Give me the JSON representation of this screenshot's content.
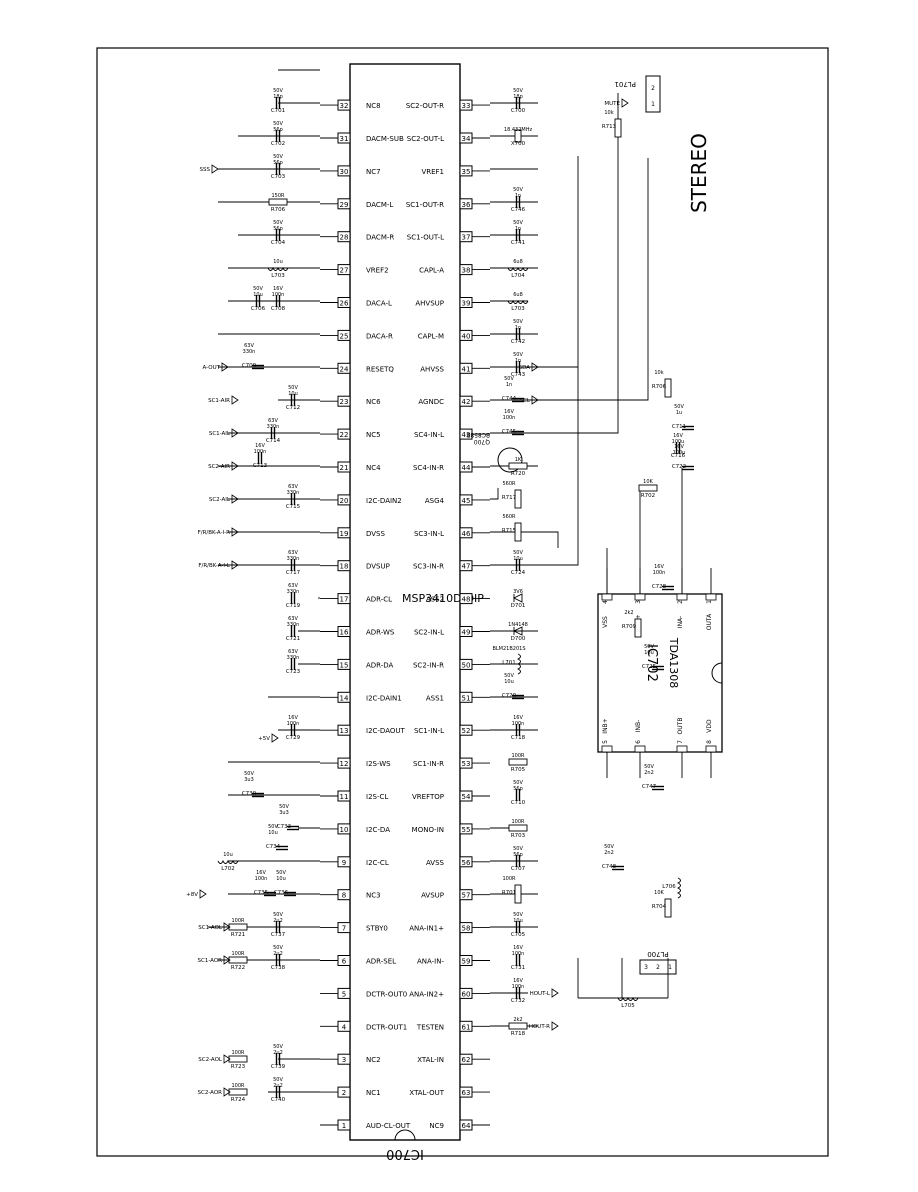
{
  "title": "STEREO",
  "ic700": {
    "ref": "IC700",
    "part": "MSP3410D-DIP",
    "left_pins": [
      {
        "num": "1",
        "name": "AUD-CL-OUT"
      },
      {
        "num": "2",
        "name": "NC1"
      },
      {
        "num": "3",
        "name": "NC2"
      },
      {
        "num": "4",
        "name": "DCTR-OUT1"
      },
      {
        "num": "5",
        "name": "DCTR-OUT0"
      },
      {
        "num": "6",
        "name": "ADR-SEL"
      },
      {
        "num": "7",
        "name": "STBY0"
      },
      {
        "num": "8",
        "name": "NC3"
      },
      {
        "num": "9",
        "name": "I2C-CL"
      },
      {
        "num": "10",
        "name": "I2C-DA"
      },
      {
        "num": "11",
        "name": "I2S-CL"
      },
      {
        "num": "12",
        "name": "I2S-WS"
      },
      {
        "num": "13",
        "name": "I2C-DAOUT"
      },
      {
        "num": "14",
        "name": "I2C-DAIN1"
      },
      {
        "num": "15",
        "name": "ADR-DA"
      },
      {
        "num": "16",
        "name": "ADR-WS"
      },
      {
        "num": "17",
        "name": "ADR-CL"
      },
      {
        "num": "18",
        "name": "DVSUP"
      },
      {
        "num": "19",
        "name": "DVSS"
      },
      {
        "num": "20",
        "name": "I2C-DAIN2"
      },
      {
        "num": "21",
        "name": "NC4"
      },
      {
        "num": "22",
        "name": "NC5"
      },
      {
        "num": "23",
        "name": "NC6"
      },
      {
        "num": "24",
        "name": "RESETQ"
      },
      {
        "num": "25",
        "name": "DACA-R"
      },
      {
        "num": "26",
        "name": "DACA-L"
      },
      {
        "num": "27",
        "name": "VREF2"
      },
      {
        "num": "28",
        "name": "DACM-R"
      },
      {
        "num": "29",
        "name": "DACM-L"
      },
      {
        "num": "30",
        "name": "NC7"
      },
      {
        "num": "31",
        "name": "DACM-SUB"
      },
      {
        "num": "32",
        "name": "NC8"
      }
    ],
    "right_pins": [
      {
        "num": "64",
        "name": "NC9"
      },
      {
        "num": "63",
        "name": "XTAL-OUT"
      },
      {
        "num": "62",
        "name": "XTAL-IN"
      },
      {
        "num": "61",
        "name": "TESTEN"
      },
      {
        "num": "60",
        "name": "ANA-IN2+"
      },
      {
        "num": "59",
        "name": "ANA-IN-"
      },
      {
        "num": "58",
        "name": "ANA-IN1+"
      },
      {
        "num": "57",
        "name": "AVSUP"
      },
      {
        "num": "56",
        "name": "AVSS"
      },
      {
        "num": "55",
        "name": "MONO-IN"
      },
      {
        "num": "54",
        "name": "VREFTOP"
      },
      {
        "num": "53",
        "name": "SC1-IN-R"
      },
      {
        "num": "52",
        "name": "SC1-IN-L"
      },
      {
        "num": "51",
        "name": "ASS1"
      },
      {
        "num": "50",
        "name": "SC2-IN-R"
      },
      {
        "num": "49",
        "name": "SC2-IN-L"
      },
      {
        "num": "48",
        "name": "ASS2"
      },
      {
        "num": "47",
        "name": "SC3-IN-R"
      },
      {
        "num": "46",
        "name": "SC3-IN-L"
      },
      {
        "num": "45",
        "name": "ASG4"
      },
      {
        "num": "44",
        "name": "SC4-IN-R"
      },
      {
        "num": "43",
        "name": "SC4-IN-L"
      },
      {
        "num": "42",
        "name": "AGNDC"
      },
      {
        "num": "41",
        "name": "AHVSS"
      },
      {
        "num": "40",
        "name": "CAPL-M"
      },
      {
        "num": "39",
        "name": "AHVSUP"
      },
      {
        "num": "38",
        "name": "CAPL-A"
      },
      {
        "num": "37",
        "name": "SC1-OUT-L"
      },
      {
        "num": "36",
        "name": "SC1-OUT-R"
      },
      {
        "num": "35",
        "name": "VREF1"
      },
      {
        "num": "34",
        "name": "SC2-OUT-L"
      },
      {
        "num": "33",
        "name": "SC2-OUT-R"
      }
    ]
  },
  "ic702": {
    "ref": "IC702",
    "part": "TDA1308",
    "pins": [
      {
        "num": "1",
        "name": "OUTA"
      },
      {
        "num": "2",
        "name": "INA-"
      },
      {
        "num": "3",
        "name": "INA+"
      },
      {
        "num": "4",
        "name": "VSS"
      },
      {
        "num": "5",
        "name": "INB+"
      },
      {
        "num": "6",
        "name": "INB-"
      },
      {
        "num": "7",
        "name": "OUTB"
      },
      {
        "num": "8",
        "name": "VDD"
      }
    ]
  },
  "connectors": {
    "pl700": {
      "ref": "PL700",
      "pins": [
        "1",
        "2",
        "3"
      ]
    },
    "pl701": {
      "ref": "PL701",
      "pins": [
        "1",
        "2"
      ]
    }
  },
  "transistor": {
    "ref": "Q700",
    "part": "BC858B"
  },
  "net_labels": [
    "SC2-AOR",
    "SC2-AOL",
    "SC1-AOR",
    "SC1-AOL",
    "+8V",
    "F/R/BK-A-I-L",
    "F/R/BK-A-I-R",
    "SC2-AIL",
    "SC2-AIR",
    "SC1-AIL",
    "SC1-AIR",
    "A-OUT",
    "SSS",
    "SDA",
    "SCL",
    "+5V",
    "HOUT-L",
    "HOUT-R",
    "MUTE"
  ],
  "components": [
    {
      "ref": "C740",
      "value": "2u2",
      "rating": "50V"
    },
    {
      "ref": "R724",
      "value": "100R"
    },
    {
      "ref": "C739",
      "value": "2u2",
      "rating": "50V"
    },
    {
      "ref": "R723",
      "value": "100R"
    },
    {
      "ref": "C738",
      "value": "2u2",
      "rating": "50V"
    },
    {
      "ref": "R722",
      "value": "100R"
    },
    {
      "ref": "C737",
      "value": "2u2",
      "rating": "50V"
    },
    {
      "ref": "R721",
      "value": "100R"
    },
    {
      "ref": "C736",
      "value": "10u",
      "rating": "50V"
    },
    {
      "ref": "C735",
      "value": "100n",
      "rating": "16V"
    },
    {
      "ref": "L702",
      "value": "10u"
    },
    {
      "ref": "C734",
      "value": "10u",
      "rating": "50V"
    },
    {
      "ref": "C733",
      "value": "3u3",
      "rating": "50V"
    },
    {
      "ref": "C730",
      "value": "3u3",
      "rating": "50V"
    },
    {
      "ref": "C729",
      "value": "100n",
      "rating": "16V"
    },
    {
      "ref": "C723",
      "value": "330n",
      "rating": "63V"
    },
    {
      "ref": "C721",
      "value": "330n",
      "rating": "63V"
    },
    {
      "ref": "C719",
      "value": "330n",
      "rating": "63V"
    },
    {
      "ref": "C717",
      "value": "330n",
      "rating": "63V"
    },
    {
      "ref": "C715",
      "value": "330n",
      "rating": "63V"
    },
    {
      "ref": "C714",
      "value": "330n",
      "rating": "63V"
    },
    {
      "ref": "C713",
      "value": "100n",
      "rating": "16V"
    },
    {
      "ref": "C712",
      "value": "10u",
      "rating": "50V"
    },
    {
      "ref": "C709",
      "value": "330n",
      "rating": "63V"
    },
    {
      "ref": "C708",
      "value": "100n",
      "rating": "16V"
    },
    {
      "ref": "C706",
      "value": "10u",
      "rating": "50V"
    },
    {
      "ref": "L703",
      "value": "10u"
    },
    {
      "ref": "C704",
      "value": "56p",
      "rating": "50V"
    },
    {
      "ref": "R706",
      "value": "150R"
    },
    {
      "ref": "C703",
      "value": "56p",
      "rating": "50V"
    },
    {
      "ref": "C702",
      "value": "56p",
      "rating": "50V"
    },
    {
      "ref": "C701",
      "value": "18p",
      "rating": "50V"
    },
    {
      "ref": "C700",
      "value": "18p",
      "rating": "50V"
    },
    {
      "ref": "X700",
      "value": "18.432MHz"
    },
    {
      "ref": "C746",
      "value": "1n",
      "rating": "50V"
    },
    {
      "ref": "C741",
      "value": "1n",
      "rating": "50V"
    },
    {
      "ref": "L704",
      "value": "6u8"
    },
    {
      "ref": "L703",
      "value": "6u8"
    },
    {
      "ref": "C742",
      "value": "1n",
      "rating": "50V"
    },
    {
      "ref": "C743",
      "value": "1n",
      "rating": "50V"
    },
    {
      "ref": "C744",
      "value": "1n",
      "rating": "50V"
    },
    {
      "ref": "C745",
      "value": "100n",
      "rating": "16V"
    },
    {
      "ref": "R720",
      "value": "1K"
    },
    {
      "ref": "R717",
      "value": "560R"
    },
    {
      "ref": "R715",
      "value": "560R"
    },
    {
      "ref": "C724",
      "value": "10u",
      "rating": "50V"
    },
    {
      "ref": "D701",
      "value": "3V6"
    },
    {
      "ref": "D700",
      "value": "1N4148"
    },
    {
      "ref": "L701",
      "value": "BLM21B201S"
    },
    {
      "ref": "C720",
      "value": "10u",
      "rating": "50V"
    },
    {
      "ref": "C718",
      "value": "100n",
      "rating": "16V"
    },
    {
      "ref": "R705",
      "value": "100R"
    },
    {
      "ref": "C710",
      "value": "56p",
      "rating": "50V"
    },
    {
      "ref": "R703",
      "value": "100R"
    },
    {
      "ref": "C707",
      "value": "56p",
      "rating": "50V"
    },
    {
      "ref": "R701",
      "value": "100R"
    },
    {
      "ref": "C705",
      "value": "10u",
      "rating": "50V"
    },
    {
      "ref": "C731",
      "value": "100n",
      "rating": "16V"
    },
    {
      "ref": "C732",
      "value": "100n",
      "rating": "16V"
    },
    {
      "ref": "R718",
      "value": "2k2"
    },
    {
      "ref": "R713",
      "value": "10k"
    },
    {
      "ref": "R709",
      "value": "2k2"
    },
    {
      "ref": "C728",
      "value": "100n",
      "rating": "16V"
    },
    {
      "ref": "C725",
      "value": "10u",
      "rating": "50V"
    },
    {
      "ref": "C722",
      "value": "100u",
      "rating": "16V"
    },
    {
      "ref": "R706b",
      "value": "10k"
    },
    {
      "ref": "C711",
      "value": "1u",
      "rating": "50V"
    },
    {
      "ref": "R704",
      "value": "10K"
    },
    {
      "ref": "R702",
      "value": "10K"
    },
    {
      "ref": "C716",
      "value": "100u",
      "rating": "16V"
    },
    {
      "ref": "C747",
      "value": "2n2",
      "rating": "50V"
    },
    {
      "ref": "C748",
      "value": "2n2",
      "rating": "50V"
    },
    {
      "ref": "L705",
      "value": ""
    },
    {
      "ref": "L706",
      "value": ""
    }
  ]
}
